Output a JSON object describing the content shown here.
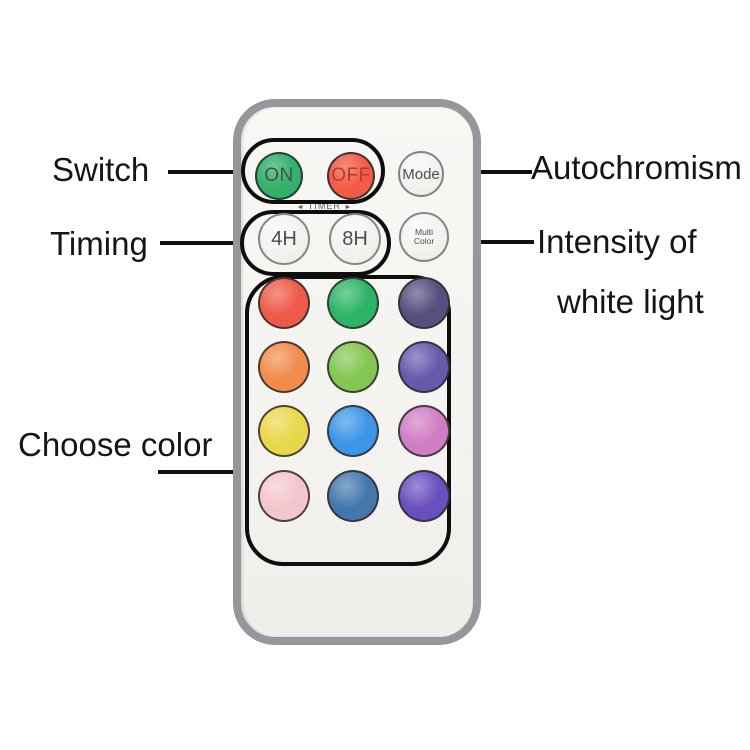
{
  "annotations": {
    "switch": "Switch",
    "timing": "Timing",
    "choose_color": "Choose color",
    "autochromism": "Autochromism",
    "intensity_line1": "Intensity of",
    "intensity_line2": "white light",
    "line_color": "#111111"
  },
  "remote": {
    "timer_prefix": "◄",
    "timer_label": "TIMER",
    "timer_suffix": "►",
    "body_color": "#96969d",
    "face_color": "#f5f4f1",
    "buttons": {
      "on": {
        "label": "ON",
        "bg": "#33b069",
        "text_color": "#3f5347"
      },
      "off": {
        "label": "OFF",
        "bg": "#f15b47",
        "text_color": "#b8392a"
      },
      "mode": {
        "label": "Mode"
      },
      "timer_4h": {
        "label": "4H"
      },
      "timer_8h": {
        "label": "8H"
      },
      "multi_color": {
        "label": "Multi Color"
      }
    },
    "color_grid": {
      "colors": [
        [
          "#ee5a47",
          "#2eb467",
          "#56507f"
        ],
        [
          "#f18c4d",
          "#85c553",
          "#675aab"
        ],
        [
          "#e9d74b",
          "#3e95e7",
          "#d07ec3"
        ],
        [
          "#f3c6cd",
          "#4478ad",
          "#6a50bf"
        ]
      ],
      "names": [
        [
          "red",
          "green",
          "dark-purple"
        ],
        [
          "orange",
          "light-green",
          "purple"
        ],
        [
          "yellow",
          "blue",
          "pink"
        ],
        [
          "light-pink",
          "steel-blue",
          "violet"
        ]
      ]
    }
  }
}
